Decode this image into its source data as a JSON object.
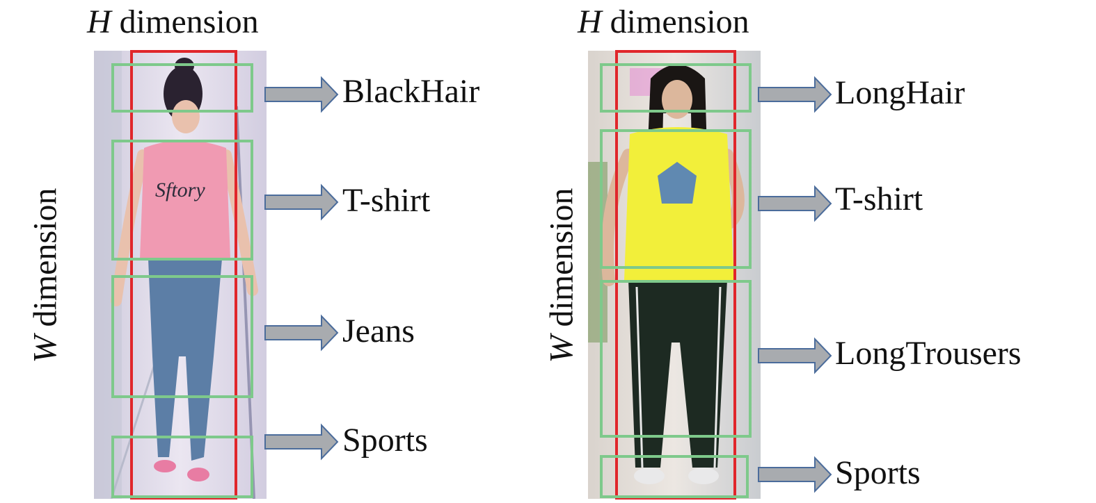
{
  "axis_labels": {
    "h_var": "H",
    "h_word": "dimension",
    "w_var": "W",
    "w_word": "dimension"
  },
  "panels": [
    {
      "attributes": [
        "BlackHair",
        "T-shirt",
        "Jeans",
        "Sports"
      ],
      "colors": {
        "top": "#f09ab2",
        "bottom": "#5c7ea6",
        "skin": "#e9c1ad",
        "hair": "#2a2230",
        "bg": "#d9d4e6"
      }
    },
    {
      "attributes": [
        "LongHair",
        "T-shirt",
        "LongTrousers",
        "Sports"
      ],
      "colors": {
        "top": "#f2ef3a",
        "bottom": "#1d2a22",
        "skin": "#dcb79c",
        "hair": "#1a1614",
        "bg": "#e7e1dc"
      }
    }
  ],
  "colors": {
    "strip": "#e0262b",
    "region": "#7ec98b",
    "arrow_fill": "#a8abaf",
    "arrow_stroke": "#4b6c9b"
  }
}
